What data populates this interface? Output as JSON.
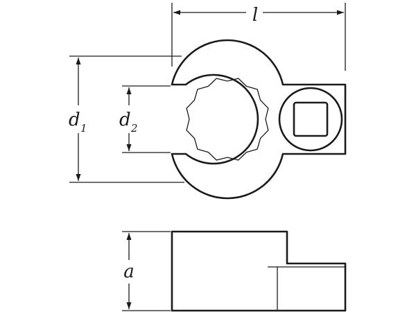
{
  "labels": {
    "length": "l",
    "d1_main": "d",
    "d1_sub": "1",
    "d2_main": "d",
    "d2_sub": "2",
    "thickness": "a"
  },
  "colors": {
    "line": "#1a1a1a",
    "background": "#ffffff"
  }
}
